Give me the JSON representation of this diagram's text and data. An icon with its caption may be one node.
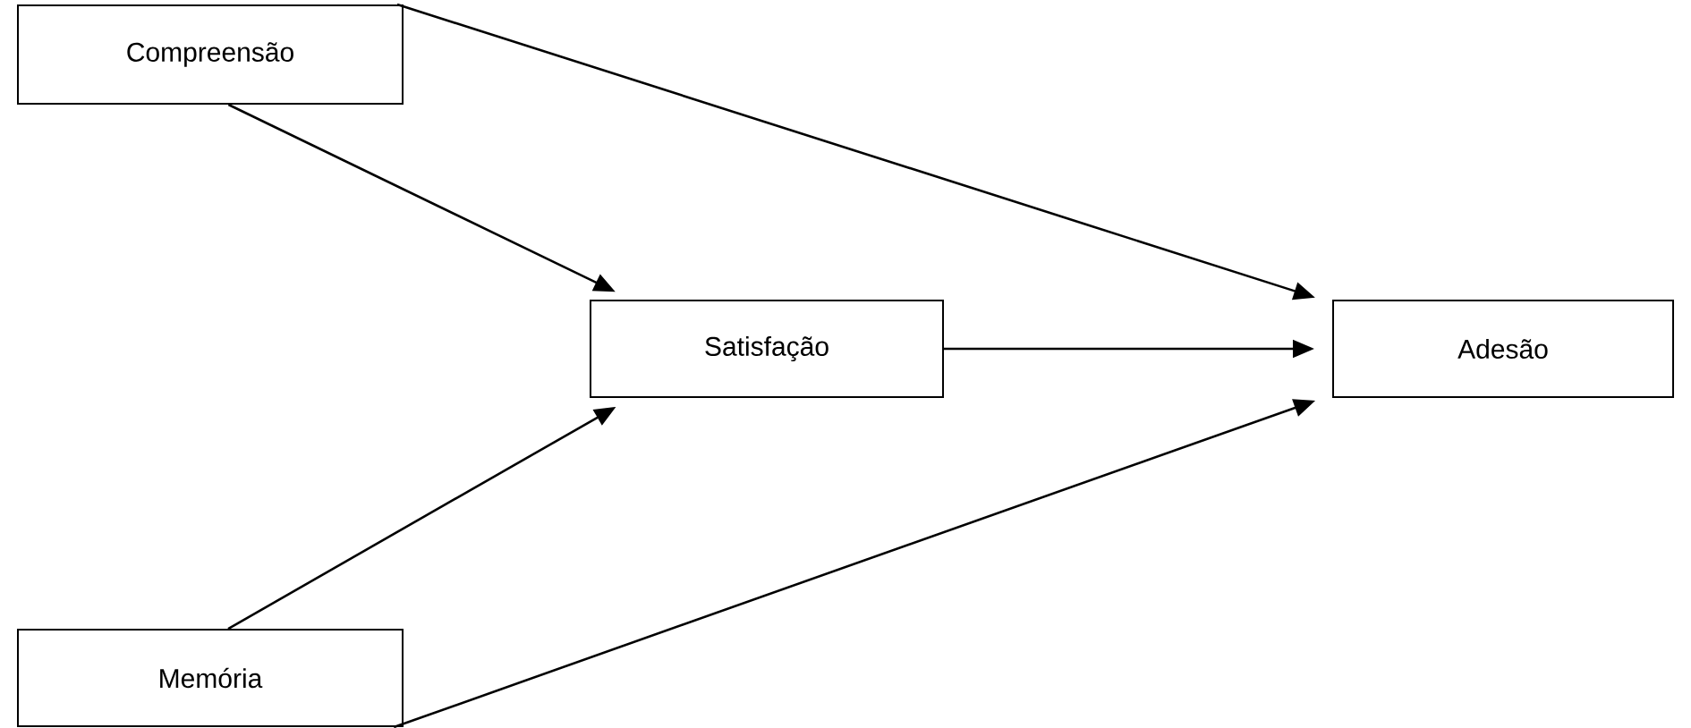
{
  "diagram": {
    "nodes": [
      {
        "text": [
          "Compreensão"
        ]
      },
      {
        "text": [
          "Satisfação"
        ]
      },
      {
        "text": [
          "Adesão"
        ]
      },
      {
        "text": [
          "Memória"
        ]
      }
    ],
    "edges": [
      {
        "from": 0,
        "to": 1,
        "arrow": "to"
      },
      {
        "from": 0,
        "to": 2,
        "arrow": "to"
      },
      {
        "from": 1,
        "to": 2,
        "arrow": "to"
      },
      {
        "from": 3,
        "to": 1,
        "arrow": "to"
      },
      {
        "from": 3,
        "to": 2,
        "arrow": "to"
      }
    ]
  }
}
